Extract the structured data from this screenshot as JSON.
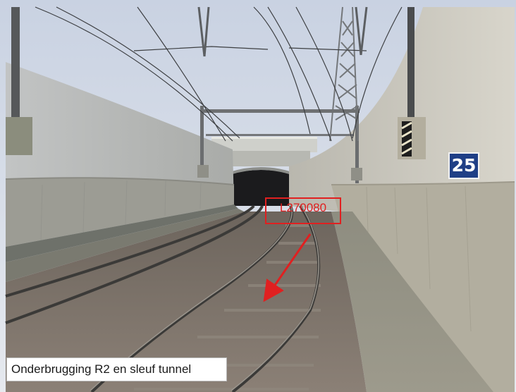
{
  "photo": {
    "caption": "Onderbrugging R2 en sleuf tunnel",
    "marker_label": "L270080",
    "km_sign": "25",
    "annotation_color": "#e02020",
    "sign_color": "#1f3f86"
  }
}
